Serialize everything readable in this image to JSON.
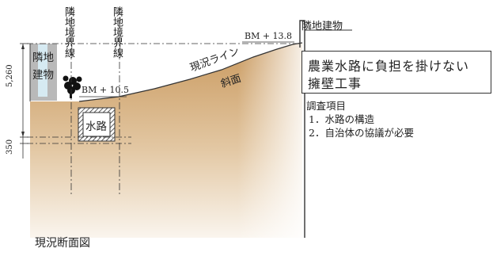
{
  "labels": {
    "boundary_left": "隣地境界線",
    "boundary_right": "隣地境界線",
    "neighbor_building_left": "隣地建物",
    "neighbor_building_right": "隣地建物",
    "bm_low": "BM + 10.5",
    "bm_high": "BM + 13.8",
    "current_line": "現況ライン",
    "slope": "斜面",
    "waterway": "水路",
    "dim_height": "5,260",
    "dim_depth": "350",
    "section_title": "現況断面図"
  },
  "title_box": {
    "line1": "農業水路に負担を掛けない",
    "line2": "擁壁工事"
  },
  "survey": {
    "heading": "調査項目",
    "items": [
      "1．水路の構造",
      "2．自治体の協議が必要"
    ]
  },
  "colors": {
    "ground_top": "#c9995e",
    "ground_bottom": "#faf5ee",
    "building": "#b9b9b9",
    "building_window": "#d6eaf2",
    "pipe_hatch": "#333333"
  }
}
